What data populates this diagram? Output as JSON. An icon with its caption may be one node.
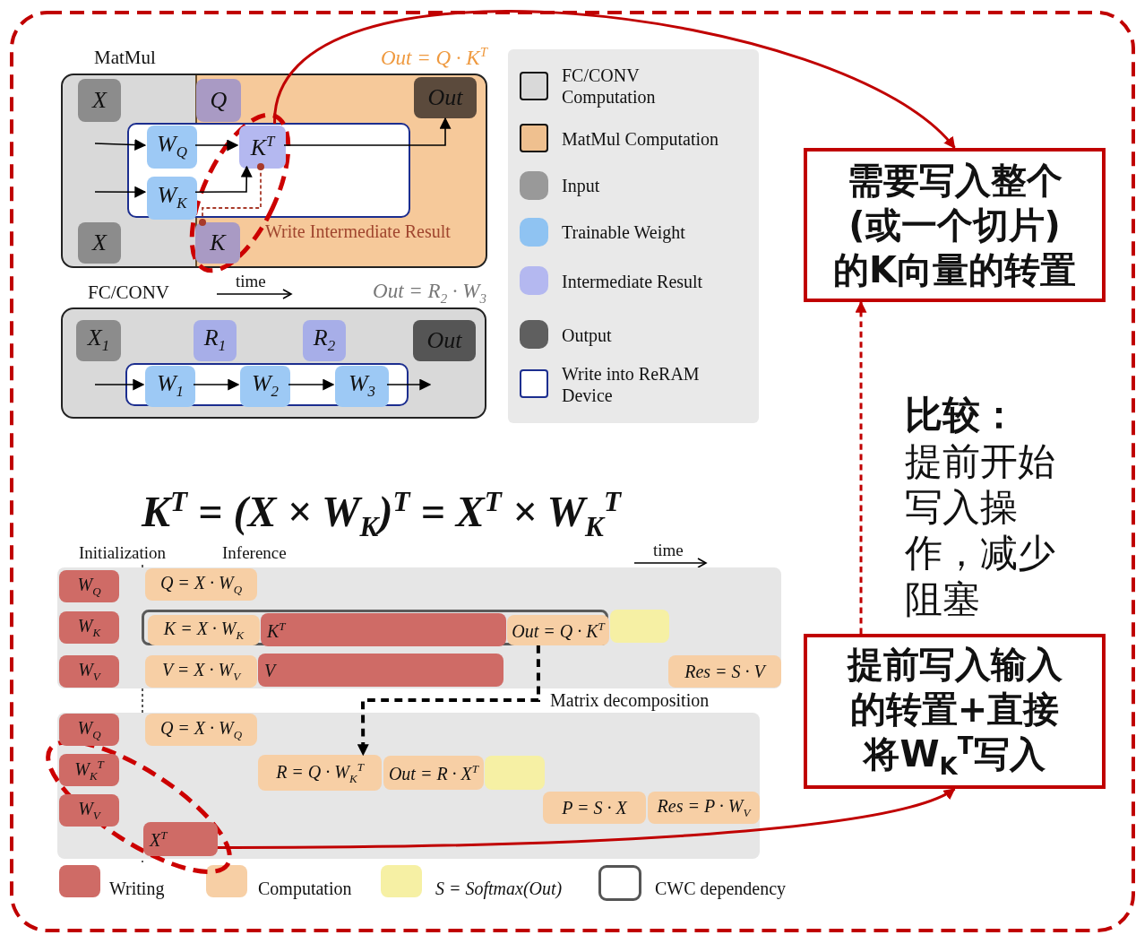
{
  "diagram": {
    "nodes": [
      {
        "text": [
          "MatMul"
        ],
        "beside": [
          "Out = Q · K$^{T}$"
        ]
      },
      {
        "text": [
          "X"
        ],
        "in": 0
      },
      {
        "text": [
          "Q"
        ],
        "in": 0
      },
      {
        "text": [
          "Out"
        ],
        "in": 0
      },
      {
        "text": [],
        "shape": "box",
        "in": 0
      },
      {
        "text": [
          "W$_{Q}$"
        ],
        "in": 4
      },
      {
        "text": [
          "K$^{T}$"
        ],
        "in": 4
      },
      {
        "text": [
          "W$_{K}$"
        ],
        "in": 4
      },
      {
        "text": [
          "X"
        ],
        "in": 0
      },
      {
        "text": [
          "K"
        ],
        "in": 0
      },
      {
        "text": [
          "FC/CONV"
        ],
        "beside": [
          "Out = R$_{2}$ · W$_{3}$"
        ]
      },
      {
        "text": [
          "X$_{1}$"
        ],
        "in": 10
      },
      {
        "text": [
          "R$_{1}$"
        ],
        "in": 10
      },
      {
        "text": [
          "R$_{2}$"
        ],
        "in": 10
      },
      {
        "text": [
          "Out"
        ],
        "in": 10
      },
      {
        "text": [],
        "shape": "box",
        "in": 10
      },
      {
        "text": [
          "W$_{1}$"
        ],
        "in": 15
      },
      {
        "text": [
          "W$_{2}$"
        ],
        "in": 15
      },
      {
        "text": [
          "W$_{3}$"
        ],
        "in": 15
      },
      {
        "text": [],
        "shape": "box"
      },
      {
        "text": [
          "W$_{Q}$"
        ],
        "in": 19
      },
      {
        "text": [
          "Q = X · W$_{Q}$"
        ],
        "in": 19
      },
      {
        "text": [
          "W$_{K}$"
        ],
        "in": 19
      },
      {
        "text": [],
        "shape": "box",
        "in": 19
      },
      {
        "text": [
          "K = X · W$_{K}$"
        ],
        "in": 23
      },
      {
        "text": [
          "K$^{T}$"
        ],
        "in": 23
      },
      {
        "text": [
          "Out = Q · K$^{T}$"
        ],
        "in": 23
      },
      {
        "text": [],
        "shape": "box",
        "in": 19
      },
      {
        "text": [
          "W$_{V}$"
        ],
        "in": 19
      },
      {
        "text": [
          "V = X · W$_{V}$"
        ],
        "in": 19
      },
      {
        "text": [
          "V"
        ],
        "in": 19
      },
      {
        "text": [
          "Res = S · V"
        ],
        "in": 19
      },
      {
        "text": [],
        "shape": "box"
      },
      {
        "text": [
          "W$_{Q}$"
        ],
        "in": 32
      },
      {
        "text": [
          "Q = X · W$_{Q}$"
        ],
        "in": 32
      },
      {
        "text": [
          "W$_{K}$$^{T}$"
        ],
        "in": 32
      },
      {
        "text": [
          "R = Q · W$_{K}$$^{T}$"
        ],
        "in": 32
      },
      {
        "text": [
          "Out = R · X$^{T}$"
        ],
        "in": 32
      },
      {
        "text": [],
        "shape": "box",
        "in": 32
      },
      {
        "text": [
          "W$_{V}$"
        ],
        "in": 32
      },
      {
        "text": [
          "P = S · X"
        ],
        "in": 32
      },
      {
        "text": [
          "Res = P · W$_{V}$"
        ],
        "in": 32
      },
      {
        "text": [
          "X$^{T}$"
        ],
        "in": 32
      },
      {
        "text": [
          "需要写入整个(或一个切片)的K向量的转置"
        ]
      },
      {
        "text": [
          "提前写入输入的转置+直接将W$_{K}$$^{T}$写入"
        ]
      }
    ],
    "edges": [
      {
        "from": null,
        "to": 5,
        "arrow": "to"
      },
      {
        "from": 5,
        "to": 6,
        "arrow": "to"
      },
      {
        "from": 6,
        "to": 3,
        "arrow": "to"
      },
      {
        "from": null,
        "to": 7,
        "arrow": "to"
      },
      {
        "from": 7,
        "to": 6,
        "arrow": "to"
      },
      {
        "from": 6,
        "to": 9,
        "arrow": "other",
        "style": "dashed",
        "color": "#a83a2a"
      },
      {
        "from": null,
        "to": 16,
        "arrow": "to"
      },
      {
        "from": 16,
        "to": 17,
        "arrow": "to"
      },
      {
        "from": 17,
        "to": 18,
        "arrow": "to"
      },
      {
        "from": 18,
        "to": null,
        "arrow": "to"
      },
      {
        "from": 23,
        "to": 36,
        "arrow": "to",
        "label": "Matrix decomposition",
        "style": "dashed"
      },
      {
        "from": 6,
        "to": 43,
        "arrow": "to",
        "color": "#c00000"
      },
      {
        "from": 42,
        "to": 44,
        "arrow": "to",
        "color": "#c00000"
      },
      {
        "from": 44,
        "to": 43,
        "arrow": "to",
        "style": "dashed",
        "color": "#c00000"
      }
    ],
    "labels": [
      "Write Intermediate Result",
      "time",
      "K$^{T}$ = (X × W$_{K}$)$^{T}$ = X$^{T}$ × W$_{K}$$^{T}$",
      "Initialization",
      "Inference",
      "time",
      "比较：",
      "提前开始写入操作，减少阻塞"
    ],
    "legend": [
      {
        "text": "FC/CONV Computation",
        "color": "#d9d9d9"
      },
      {
        "text": "MatMul Computation",
        "color": "#efc08f"
      },
      {
        "text": "Input",
        "color": "#999999"
      },
      {
        "text": "Trainable Weight",
        "color": "#8fc3f2"
      },
      {
        "text": "Intermediate Result",
        "color": "#b4b8f0"
      },
      {
        "text": "Output",
        "color": "#5f5f5f"
      },
      {
        "text": "Write into ReRAM Device"
      },
      {
        "text": "Writing",
        "color": "#cf6b66"
      },
      {
        "text": "Computation",
        "color": "#f7cfa5"
      },
      {
        "text": "S = Softmax(Out)",
        "color": "#f6f0a4"
      },
      {
        "text": "CWC dependency"
      }
    ]
  }
}
